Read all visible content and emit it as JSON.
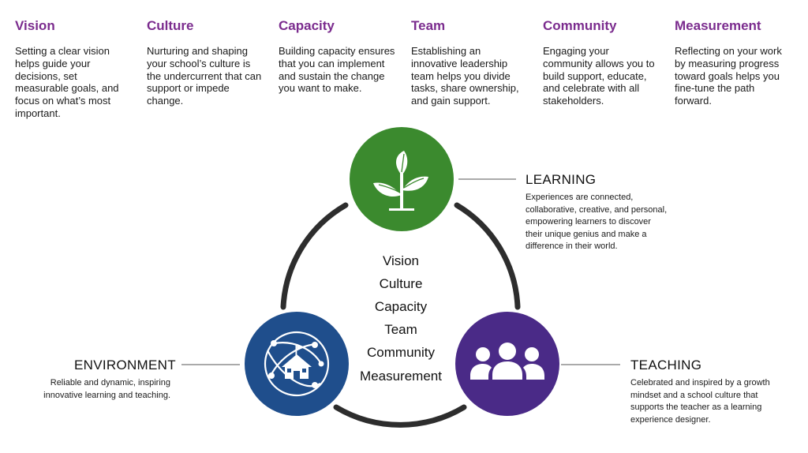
{
  "pillars": [
    {
      "title": "Vision",
      "description": "Setting a clear vision helps guide your decisions, set measurable goals, and focus on what’s most important."
    },
    {
      "title": "Culture",
      "description": "Nurturing and shaping your school’s culture is the undercurrent that can support or impede change."
    },
    {
      "title": "Capacity",
      "description": "Building capacity ensures that you can implement and sustain the change you want to make."
    },
    {
      "title": "Team",
      "description": "Establishing an innovative leadership team helps you divide tasks, share ownership, and gain support."
    },
    {
      "title": "Community",
      "description": "Engaging your community allows you to build support, educate, and celebrate with all stakeholders."
    },
    {
      "title": "Measurement",
      "description": "Reflecting on your work by measuring progress toward goals helps you fine-tune the path forward."
    }
  ],
  "center_words": [
    "Vision",
    "Culture",
    "Capacity",
    "Team",
    "Community",
    "Measurement"
  ],
  "domains": {
    "learning": {
      "title": "LEARNING",
      "description": "Experiences are connected, collaborative, creative, and personal, empowering learners to discover their unique genius and make a difference in their world.",
      "icon": "sprout-icon",
      "color": "#3b8a2e"
    },
    "environment": {
      "title": "ENVIRONMENT",
      "description": "Reliable and dynamic, inspiring innovative learning and teaching.",
      "icon": "networked-school-icon",
      "color": "#1f4e8c"
    },
    "teaching": {
      "title": "TEACHING",
      "description": "Celebrated and inspired by a growth mindset and a school culture that supports the teacher as a learning experience designer.",
      "icon": "group-people-icon",
      "color": "#4a2a87"
    }
  },
  "colors": {
    "pillar_title": "#7b2c8e",
    "ring": "#2d2d2d",
    "leader_line": "#555555"
  }
}
